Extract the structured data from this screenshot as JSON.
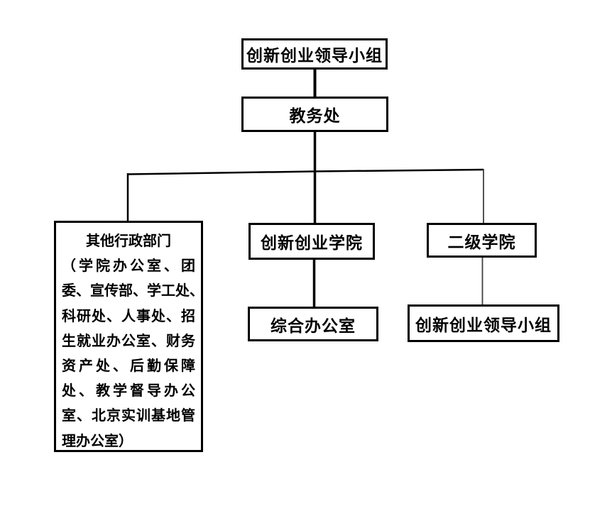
{
  "diagram": {
    "type": "org-chart",
    "colors": {
      "background": "#ffffff",
      "box_fill": "#ffffff",
      "box_border": "#000000",
      "connector_primary": "#000000",
      "connector_secondary": "#3f3f3f"
    },
    "nodes": {
      "root": {
        "label": "创新创业领导小组"
      },
      "academic_affairs": {
        "label": "教务处"
      },
      "other_admin": {
        "lines": [
          "其他行政部门",
          "（学院办公室、团",
          "委、宣传部、学工处、",
          "科研处、人事处、招",
          "生就业办公室、财务",
          "资产处、后勤保障",
          "处、教学督导办公",
          "室、北京实训基地管",
          "理办公室）"
        ]
      },
      "innovation_college": {
        "label": "创新创业学院"
      },
      "general_office": {
        "label": "综合办公室"
      },
      "secondary_colleges": {
        "label": "二级学院"
      },
      "secondary_leading_group": {
        "label": "创新创业领导小组"
      }
    }
  }
}
